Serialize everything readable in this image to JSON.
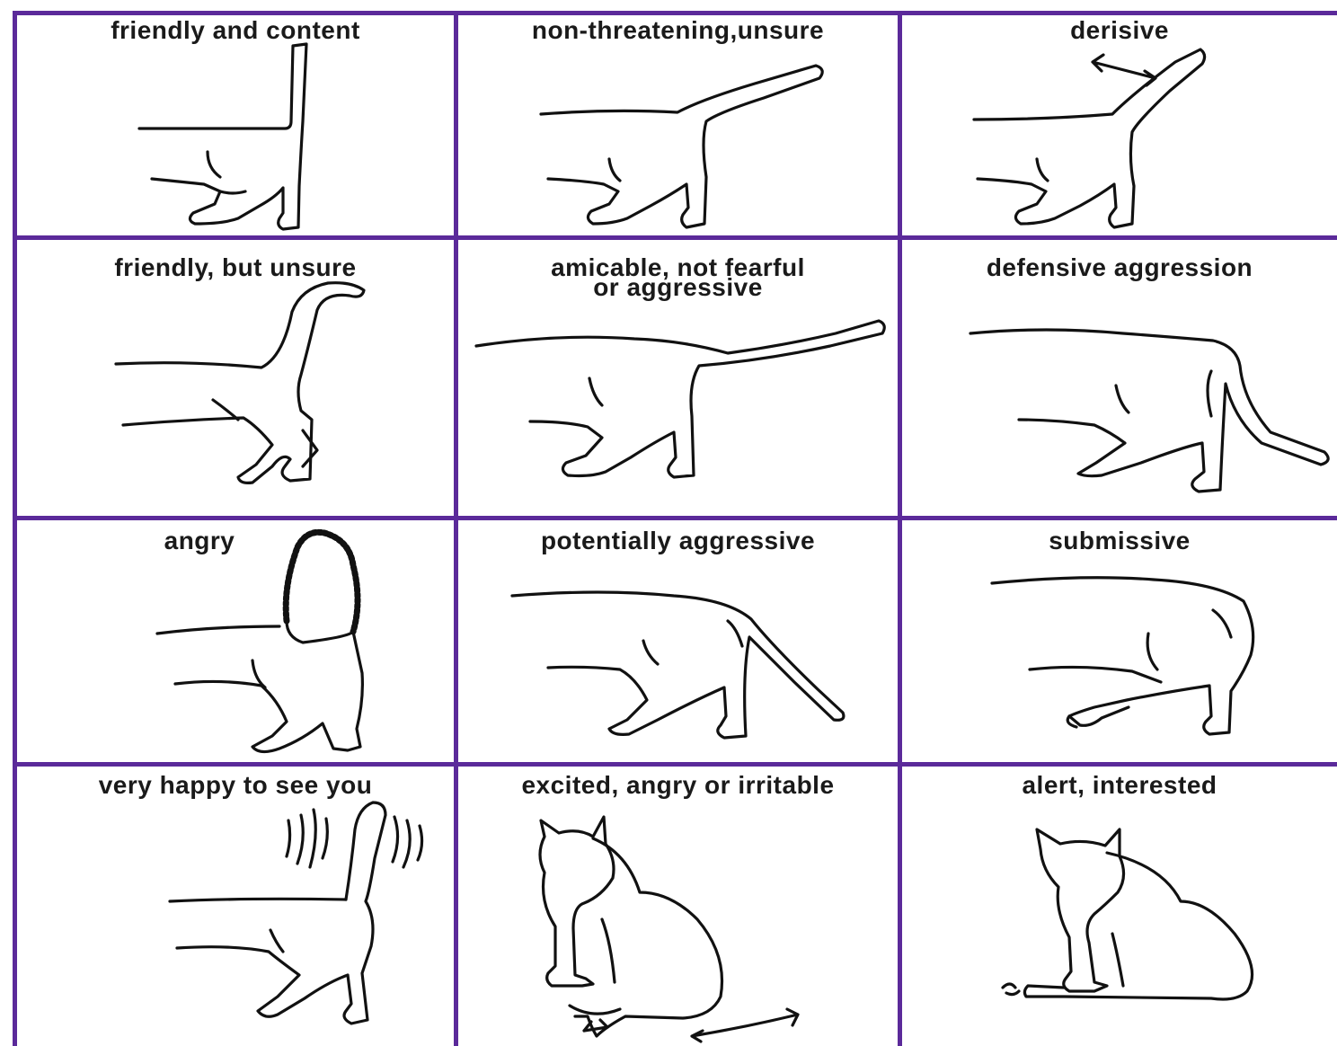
{
  "colors": {
    "grid": "#5b2a9a",
    "ink": "#111111",
    "background": "#ffffff"
  },
  "panels": [
    {
      "label": "friendly and content",
      "tail": "upright-straight"
    },
    {
      "label": "non-threatening,unsure",
      "tail": "raised-diagonal"
    },
    {
      "label": "derisive",
      "tail": "diagonal-twitching"
    },
    {
      "label": "friendly, but unsure",
      "tail": "upright-hooked"
    },
    {
      "label": "amicable, not fearful\nor aggressive",
      "tail": "horizontal"
    },
    {
      "label": "defensive aggression",
      "tail": "lowered-flicked-out"
    },
    {
      "label": "angry",
      "tail": "upright-bristled"
    },
    {
      "label": "potentially aggressive",
      "tail": "lowered-diagonal"
    },
    {
      "label": "submissive",
      "tail": "tucked-between-legs"
    },
    {
      "label": "very happy to see you",
      "tail": "upright-quivering"
    },
    {
      "label": "excited, angry or irritable",
      "tail": "sitting-tail-swishing"
    },
    {
      "label": "alert, interested",
      "tail": "sitting-tail-wrapped"
    }
  ]
}
